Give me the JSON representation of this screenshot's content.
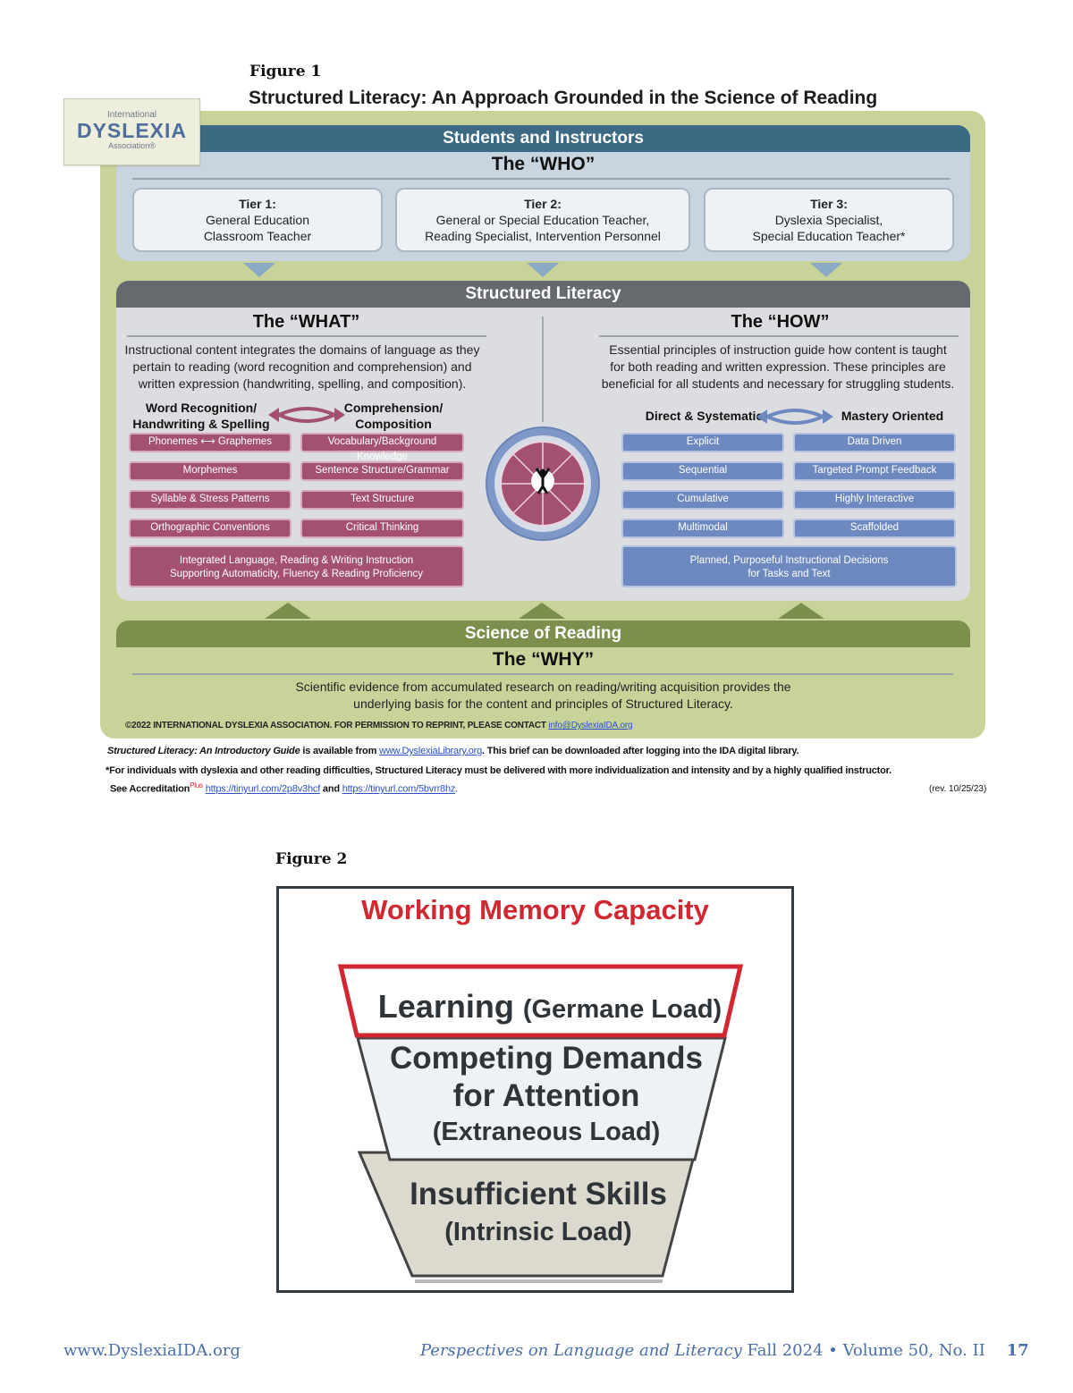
{
  "figure1": {
    "label": "Figure 1",
    "title": "Structured Literacy: An Approach Grounded in the Science of Reading",
    "logo": {
      "top": "International",
      "main": "DYSLEXIA",
      "bottom": "Association®"
    },
    "who": {
      "band": "Students and Instructors",
      "heading": "The “WHO”",
      "tiers": [
        {
          "title": "Tier 1:",
          "line1": "General Education",
          "line2": "Classroom Teacher"
        },
        {
          "title": "Tier 2:",
          "line1": "General or Special Education Teacher,",
          "line2": "Reading Specialist, Intervention Personnel"
        },
        {
          "title": "Tier 3:",
          "line1": "Dyslexia Specialist,",
          "line2": "Special Education Teacher*"
        }
      ]
    },
    "structured": {
      "band": "Structured Literacy",
      "what": {
        "heading": "The “WHAT”",
        "p1": "Instructional content integrates the domains of language as they",
        "p2": "pertain to reading (word recognition and comprehension) and",
        "p3": "written expression (handwriting, spelling, and composition).",
        "left_head1": "Word Recognition/",
        "left_head2": "Handwriting & Spelling",
        "right_head1": "Comprehension/",
        "right_head2": "Composition",
        "left_items": [
          "Phonemes ⟷ Graphemes",
          "Morphemes",
          "Syllable & Stress Patterns",
          "Orthographic Conventions"
        ],
        "right_items": [
          "Vocabulary/Background Knowledge",
          "Sentence Structure/Grammar",
          "Text Structure",
          "Critical Thinking"
        ],
        "bottom1": "Integrated Language, Reading & Writing Instruction",
        "bottom2": "Supporting Automaticity, Fluency & Reading Proficiency"
      },
      "how": {
        "heading": "The “HOW”",
        "p1": "Essential principles of instruction guide how content is taught",
        "p2": "for both reading and written expression. These principles are",
        "p3": "beneficial for all students and necessary for struggling students.",
        "left_head": "Direct & Systematic",
        "right_head": "Mastery Oriented",
        "left_items": [
          "Explicit",
          "Sequential",
          "Cumulative",
          "Multimodal"
        ],
        "right_items": [
          "Data Driven",
          "Targeted Prompt Feedback",
          "Highly Interactive",
          "Scaffolded"
        ],
        "bottom1": "Planned, Purposeful Instructional Decisions",
        "bottom2": "for Tasks and Text"
      }
    },
    "why": {
      "band": "Science of Reading",
      "heading": "The “WHY”",
      "p1": "Scientific evidence  from accumulated research on reading/writing acquisition provides the",
      "p2": "underlying basis for the content and principles of Structured Literacy."
    },
    "copyright": "©2022 INTERNATIONAL DYSLEXIA ASSOCIATION. FOR PERMISSION TO REPRINT, PLEASE CONTACT",
    "copyright_email": "info@DyslexiaIDA.org",
    "note1_italic": "Structured Literacy: An Introductory Guide",
    "note1_a": " is available from ",
    "note1_link": "www.DyslexiaLibrary.org",
    "note1_b": ". This brief can be downloaded after logging into the IDA digital library.",
    "note2": "*For individuals with dyslexia and other reading difficulties, Structured Literacy must be delivered with more individualization and intensity and by a highly qualified instructor.",
    "note3_a": "See Accreditation",
    "note3_sup": "Plus",
    "note3_link1": "https://tinyurl.com/2p8v3hcf",
    "note3_and": " and ",
    "note3_link2": "https://tinyurl.com/5bvrr8hz",
    "note3_end": ".",
    "rev": "(rev. 10/25/23)",
    "colors": {
      "who": "#3c6a82",
      "structured": "#666a6f",
      "why": "#7c8f4d",
      "what": "#a35073",
      "how": "#6e88c0"
    }
  },
  "figure2": {
    "label": "Figure 2",
    "title": "Working Memory Capacity",
    "top_main": "Learning",
    "top_sub": "(Germane Load)",
    "mid1": "Competing Demands",
    "mid2": "for Attention",
    "mid3": "(Extraneous Load)",
    "bot1": "Insufficient Skills",
    "bot2": "(Intrinsic Load)"
  },
  "footer": {
    "site": "www.DyslexiaIDA.org",
    "journal": "Perspectives on Language and Literacy",
    "issue": "Fall 2024 • Volume 50, No. II",
    "page": "17"
  }
}
